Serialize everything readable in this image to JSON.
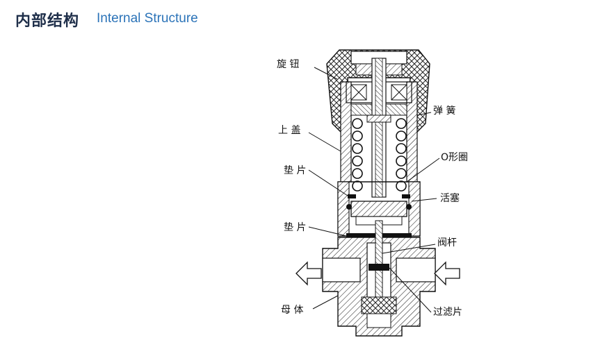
{
  "header": {
    "title_cn": "内部结构",
    "title_en": "Internal Structure"
  },
  "labels": {
    "knob": "旋 钮",
    "spring": "弹 簧",
    "upper_cover": "上 盖",
    "o_ring": "O形圈",
    "gasket_upper": "垫 片",
    "piston": "活塞",
    "gasket_lower": "垫 片",
    "valve_stem": "阀杆",
    "body": "母 体",
    "filter": "过滤片"
  },
  "colors": {
    "title_cn": "#1f2f4a",
    "title_en": "#2b73b8"
  },
  "icons": [
    "flow-outlet-arrow-icon",
    "flow-inlet-arrow-icon"
  ]
}
